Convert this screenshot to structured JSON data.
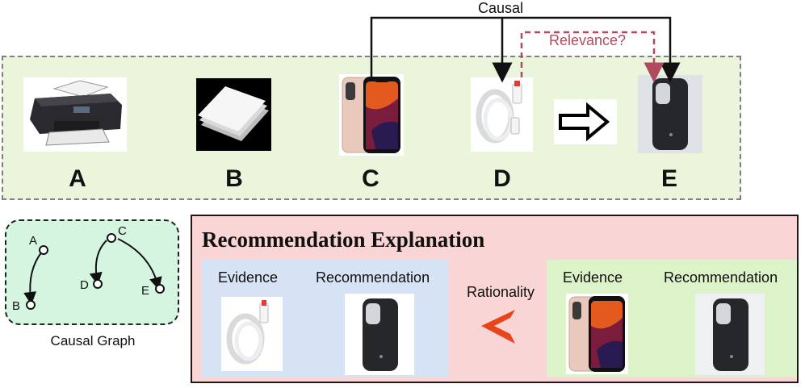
{
  "colors": {
    "sequence_panel_bg": "#eaf5dc",
    "causal_graph_bg": "#d6f5e1",
    "explanation_panel_bg": "#f9d5d5",
    "evidence_box_blue": "#d6e3f5",
    "evidence_box_green": "#dcf3c9",
    "relevance_arrow": "#b04a5e",
    "rationality_symbol": "#e8431b"
  },
  "sequence": {
    "items": [
      {
        "label": "A",
        "icon": "printer-icon"
      },
      {
        "label": "B",
        "icon": "paper-stack-icon"
      },
      {
        "label": "C",
        "icon": "smartphone-icon"
      },
      {
        "label": "D",
        "icon": "usb-cable-icon"
      },
      {
        "label": "E",
        "icon": "phone-case-icon"
      }
    ],
    "next_arrow_icon": "hollow-right-arrow-icon",
    "causal_label": "Causal",
    "relevance_label": "Relevance?"
  },
  "causal_graph": {
    "title": "Causal Graph",
    "nodes": [
      "A",
      "B",
      "C",
      "D",
      "E"
    ],
    "edges": [
      [
        "A",
        "B"
      ],
      [
        "C",
        "D"
      ],
      [
        "C",
        "E"
      ]
    ]
  },
  "explanation": {
    "title": "Recommendation Explanation",
    "rationality_label": "Rationality",
    "comparison_symbol": "<",
    "left": {
      "evidence_label": "Evidence",
      "recommendation_label": "Recommendation",
      "evidence_icon": "usb-cable-icon",
      "recommendation_icon": "phone-case-icon"
    },
    "right": {
      "evidence_label": "Evidence",
      "recommendation_label": "Recommendation",
      "evidence_icon": "smartphone-icon",
      "recommendation_icon": "phone-case-icon"
    }
  }
}
